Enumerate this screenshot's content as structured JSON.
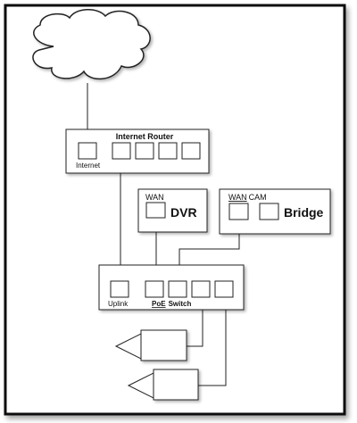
{
  "router": {
    "title": "Internet Router",
    "internet_port_label": "Internet"
  },
  "dvr": {
    "name": "DVR",
    "wan_label": "WAN"
  },
  "bridge": {
    "name": "Bridge",
    "wan_label_part1": "WAN",
    "wan_label_part2": "CAM"
  },
  "switch": {
    "uplink_label": "Uplink",
    "poe_label": "PoE",
    "switch_label": "Switch"
  },
  "colors": {
    "line": "#222222",
    "box_border": "#222222",
    "frame_border": "#111111",
    "spellcheck_underline": "#e03030"
  },
  "icons": {
    "cloud": "cloud-icon",
    "camera": "camera-icon"
  }
}
